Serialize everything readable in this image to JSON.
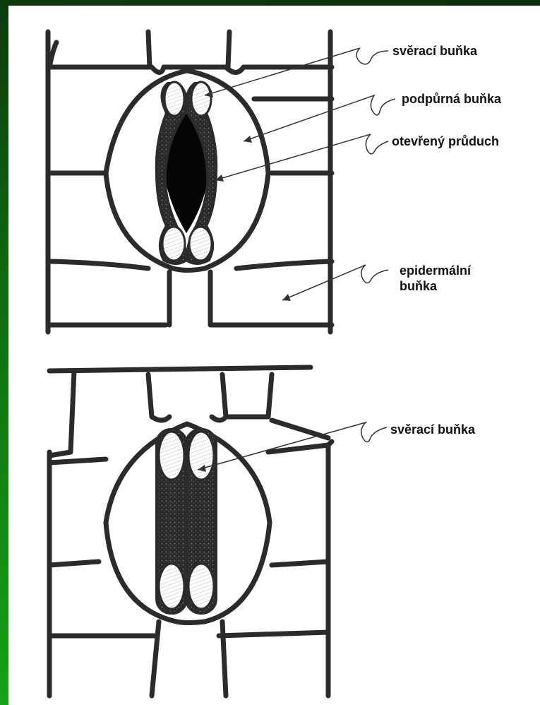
{
  "labels": {
    "guard_cell_top": "svěrací buňka",
    "subsidiary_cell": "podpůrná buňka",
    "open_stoma": "otevřený průduch",
    "epidermal_cell": "epidermální buňka",
    "guard_cell_bottom": "svěrací buňka"
  },
  "colors": {
    "frame": "#0f6a0f",
    "ink": "#111111"
  }
}
